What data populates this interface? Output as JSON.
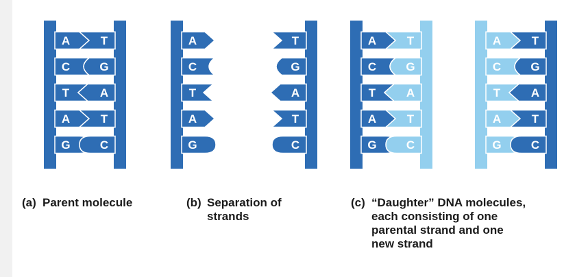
{
  "colors": {
    "dark": "#2e6db4",
    "light": "#93cfee",
    "outline": "#ffffff",
    "text": "#1b1b1b"
  },
  "panels": [
    {
      "id": "a",
      "tag": "(a)",
      "caption": "Parent molecule",
      "rungs": [
        {
          "left": "A",
          "right": "T",
          "shape": "point",
          "left_color": "dark",
          "right_color": "dark"
        },
        {
          "left": "C",
          "right": "G",
          "shape": "notch",
          "left_color": "dark",
          "right_color": "dark"
        },
        {
          "left": "T",
          "right": "A",
          "shape": "notch-left",
          "left_color": "dark",
          "right_color": "dark"
        },
        {
          "left": "A",
          "right": "T",
          "shape": "point",
          "left_color": "dark",
          "right_color": "dark"
        },
        {
          "left": "G",
          "right": "C",
          "shape": "round",
          "left_color": "dark",
          "right_color": "dark"
        }
      ]
    },
    {
      "id": "b",
      "tag": "(b)",
      "caption": "Separation of\nstrands",
      "rungs": [
        {
          "left": "A",
          "right": "T",
          "shape": "point",
          "left_color": "dark",
          "right_color": "dark"
        },
        {
          "left": "C",
          "right": "G",
          "shape": "notch",
          "left_color": "dark",
          "right_color": "dark"
        },
        {
          "left": "T",
          "right": "A",
          "shape": "notch-left",
          "left_color": "dark",
          "right_color": "dark"
        },
        {
          "left": "A",
          "right": "T",
          "shape": "point",
          "left_color": "dark",
          "right_color": "dark"
        },
        {
          "left": "G",
          "right": "C",
          "shape": "round",
          "left_color": "dark",
          "right_color": "dark"
        }
      ]
    },
    {
      "id": "c",
      "tag": "(c)",
      "caption": "“Daughter” DNA molecules,\neach consisting of one\nparental strand and one\nnew strand",
      "molecules": [
        {
          "left_strand": "dark",
          "right_strand": "light",
          "rungs": [
            {
              "left": "A",
              "right": "T",
              "shape": "point",
              "left_color": "dark",
              "right_color": "light"
            },
            {
              "left": "C",
              "right": "G",
              "shape": "notch",
              "left_color": "dark",
              "right_color": "light"
            },
            {
              "left": "T",
              "right": "A",
              "shape": "notch-left",
              "left_color": "dark",
              "right_color": "light"
            },
            {
              "left": "A",
              "right": "T",
              "shape": "point",
              "left_color": "dark",
              "right_color": "light"
            },
            {
              "left": "G",
              "right": "C",
              "shape": "round",
              "left_color": "dark",
              "right_color": "light"
            }
          ]
        },
        {
          "left_strand": "light",
          "right_strand": "dark",
          "rungs": [
            {
              "left": "A",
              "right": "T",
              "shape": "point",
              "left_color": "light",
              "right_color": "dark"
            },
            {
              "left": "C",
              "right": "G",
              "shape": "notch",
              "left_color": "light",
              "right_color": "dark"
            },
            {
              "left": "T",
              "right": "A",
              "shape": "notch-left",
              "left_color": "light",
              "right_color": "dark"
            },
            {
              "left": "A",
              "right": "T",
              "shape": "point",
              "left_color": "light",
              "right_color": "dark"
            },
            {
              "left": "G",
              "right": "C",
              "shape": "round",
              "left_color": "light",
              "right_color": "dark"
            }
          ]
        }
      ]
    }
  ]
}
